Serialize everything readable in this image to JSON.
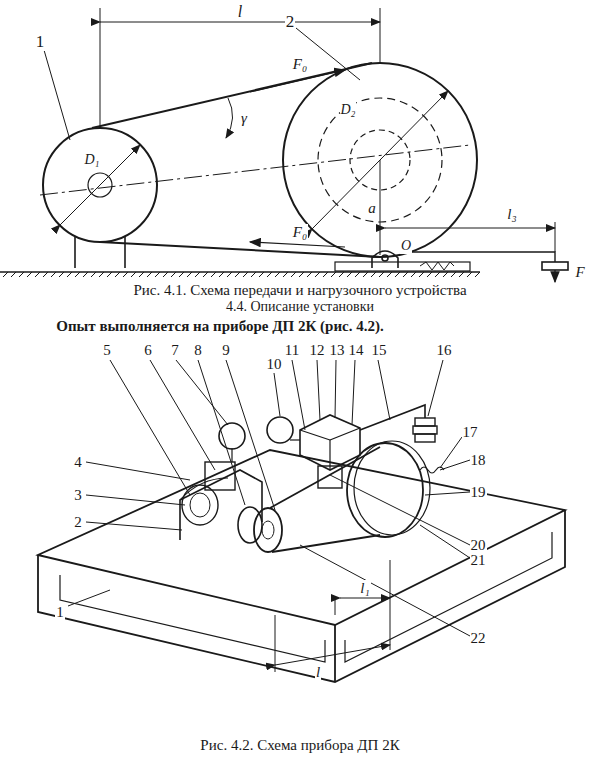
{
  "diagram": {
    "labels": [
      "1",
      "2",
      "l",
      "F₀",
      "D₁",
      "D₂",
      "γ",
      "F₀",
      "a",
      "l₃",
      "O",
      "F",
      "Рис. 4.1. Схема передачи и нагрузочного устройства",
      "4.4. Описание установки",
      "Опыт выполняется на приборе ДП 2К (рис. 4.2).",
      "5",
      "6",
      "7",
      "8",
      "9",
      "10",
      "11",
      "12",
      "13",
      "14",
      "15",
      "16",
      "4",
      "17",
      "18",
      "3",
      "19",
      "2",
      "20",
      "21",
      "1",
      "22",
      "l",
      "l₁",
      "Рис. 4.2. Схема прибора ДП 2К"
    ]
  }
}
